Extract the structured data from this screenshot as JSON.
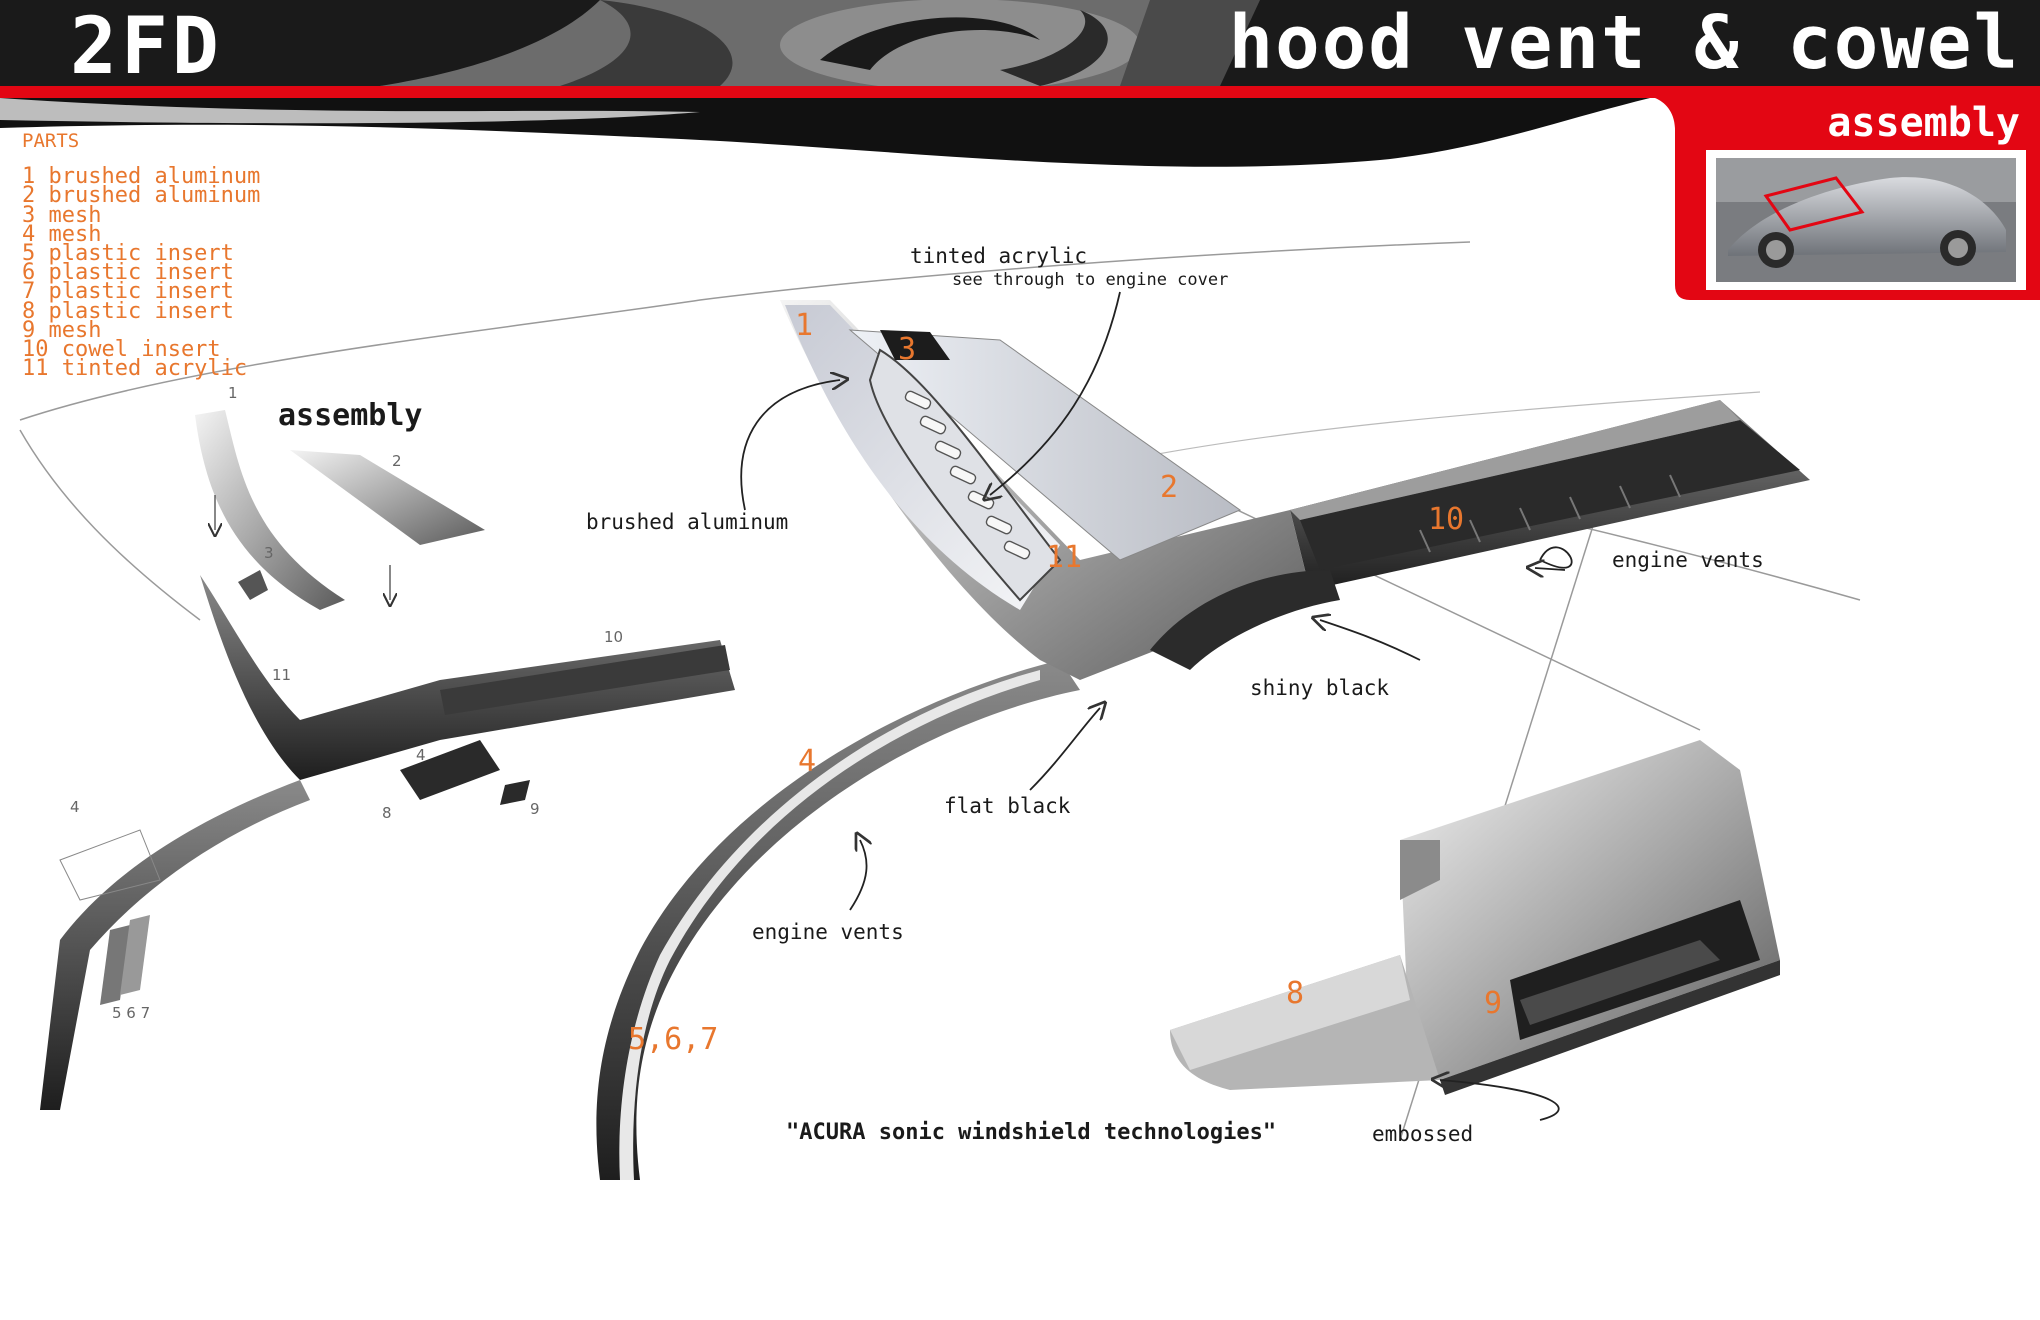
{
  "header": {
    "left_title": "2FD",
    "right_title": "hood vent & cowel"
  },
  "colors": {
    "accent_red": "#e30613",
    "number_orange": "#e8772e",
    "banner_black": "#111111"
  },
  "inset": {
    "title": "assembly",
    "photo_icon": "car-photo-icon"
  },
  "parts": {
    "heading": "PARTS",
    "items": [
      "1 brushed aluminum",
      "2 brushed aluminum",
      "3 mesh",
      "4 mesh",
      "5 plastic insert",
      "6 plastic insert",
      "7 plastic insert",
      "8 plastic insert",
      "9 mesh",
      "10 cowel insert",
      "11 tinted acrylic"
    ]
  },
  "labels": {
    "assembly": "assembly",
    "tinted_acrylic": "tinted acrylic",
    "see_through": "see through to engine cover",
    "brushed_aluminum": "brushed aluminum",
    "engine_vents_right": "engine vents",
    "shiny_black": "shiny black",
    "flat_black": "flat black",
    "engine_vents_left": "engine vents",
    "embossed_quote": "\"ACURA sonic windshield technologies\"",
    "embossed_word": "embossed"
  },
  "callout_numbers": {
    "n1": "1",
    "n3": "3",
    "n2": "2",
    "n10": "10",
    "n11": "11",
    "n4": "4",
    "n8": "8",
    "n9": "9",
    "n567": "5,6,7"
  },
  "sketch_numbers": {
    "s1": "1",
    "s2": "2",
    "s3": "3",
    "s11": "11",
    "s10": "10",
    "s4a": "4",
    "s4b": "4",
    "s8": "8",
    "s9": "9",
    "s567": "5 6 7"
  }
}
